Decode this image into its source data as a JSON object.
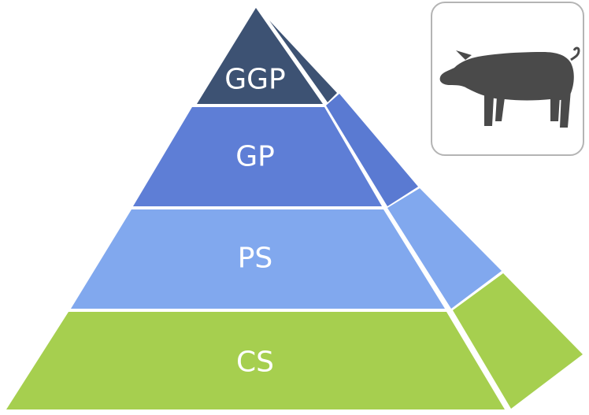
{
  "tiers": [
    {
      "id": "ggp",
      "label": "GGP",
      "front_color": "#3d5273",
      "side_color": "#3d5273"
    },
    {
      "id": "gp",
      "label": "GP",
      "front_color": "#5e7ed6",
      "side_color": "#5a7ad2"
    },
    {
      "id": "ps",
      "label": "PS",
      "front_color": "#81a8ee",
      "side_color": "#81a8ee"
    },
    {
      "id": "cs",
      "label": "CS",
      "front_color": "#a6cf4f",
      "side_color": "#a6cf4f"
    }
  ],
  "separator_color": "#ffffff",
  "icon": {
    "name": "pig-icon",
    "color": "#4a4a4a",
    "frame_color": "#b4b4b4"
  }
}
